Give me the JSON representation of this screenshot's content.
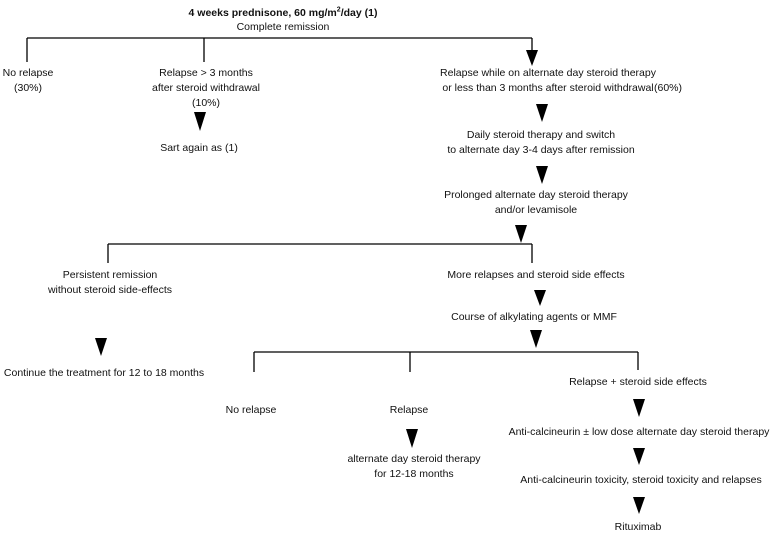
{
  "title": {
    "part1": "4 weeks prednisone, 60 mg/m",
    "sup": "2",
    "part2": "/day (1)"
  },
  "complete_remission": "Complete remission",
  "no_relapse_top": {
    "line1": "No relapse",
    "line2": "(30%)"
  },
  "relapse_gt3": {
    "line1": "Relapse  > 3 months",
    "line2": "after steroid withdrawal",
    "line3": "(10%)"
  },
  "start_again": "Sart again as (1)",
  "relapse_alternate": {
    "line1": "Relapse while on alternate day steroid therapy",
    "line2": "or less than 3 months after steroid withdrawal",
    "pct": "(60%)"
  },
  "daily_steroid": {
    "line1": "Daily steroid therapy and switch",
    "line2": "to alternate day 3-4 days after remission"
  },
  "prolonged": {
    "line1": "Prolonged alternate day steroid therapy",
    "line2": "and/or levamisole"
  },
  "persistent": {
    "line1": "Persistent remission",
    "line2": "without steroid side-effects"
  },
  "continue": "Continue the treatment for 12 to 18 months",
  "more_relapses": "More relapses and steroid side effects",
  "alkylating": "Course of alkylating agents or MMF",
  "no_relapse_mid": "No relapse",
  "relapse_mid": "Relapse",
  "alt_day_therapy": {
    "line1": "alternate day steroid therapy",
    "line2": "for 12-18 months"
  },
  "relapse_side": "Relapse + steroid side effects",
  "anti_calcineurin": "Anti-calcineurin ± low dose alternate day steroid therapy",
  "toxicity": "Anti-calcineurin toxicity, steroid toxicity and relapses",
  "rituximab": "Rituximab"
}
